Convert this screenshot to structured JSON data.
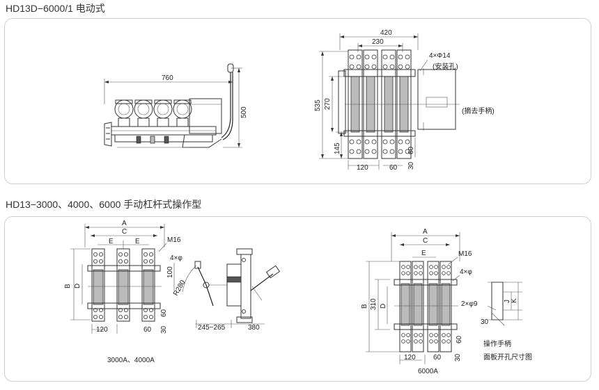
{
  "sections": [
    {
      "title": "HD13D−6000/1 电动式",
      "side_view": {
        "dim_width": "760",
        "dim_height": "500"
      },
      "front_view": {
        "dim_top": "420",
        "dim_top2": "230",
        "dim_left_outer": "535",
        "dim_left_inner": "270",
        "dim_left_low": "145",
        "dim_bottom_1": "120",
        "dim_bottom_2": "60",
        "dim_bottom_3": "30",
        "dim_right_vert": "60",
        "note_holes": "4×Φ14",
        "note_install": "(安装孔)",
        "note_handle": "(摘去手柄)"
      }
    },
    {
      "title": "HD13−3000、4000、6000 手动杠杆式操作型",
      "left_view": {
        "dim_A": "A",
        "dim_C": "C",
        "dim_E1": "E",
        "dim_E2": "E",
        "thread": "M16",
        "dim_B": "B",
        "dim_D": "D",
        "holes": "4×φ",
        "dim_100": "100",
        "radius": "R280",
        "dim_bottom_1": "120",
        "dim_bottom_2": "60",
        "dim_bottom_3": "30",
        "dim_right": "60",
        "dim_range": "245−265",
        "dim_380": "380",
        "caption": "3000A、4000A"
      },
      "right_view": {
        "dim_A": "A",
        "dim_C": "C",
        "dim_E": "E",
        "thread": "M16",
        "holes": "4×φ",
        "dim_B": "B",
        "dim_310": "310",
        "dim_D": "D",
        "dim_bottom_1": "120",
        "dim_bottom_2": "60",
        "dim_bottom_3": "30",
        "dim_right": "60",
        "caption": "6000A"
      },
      "cutout": {
        "dim_J": "J",
        "dim_K": "K",
        "holes": "2×φ9",
        "dim_30": "30",
        "label_handle": "操作手柄",
        "label_cutout": "面板开孔尺寸图"
      }
    }
  ]
}
